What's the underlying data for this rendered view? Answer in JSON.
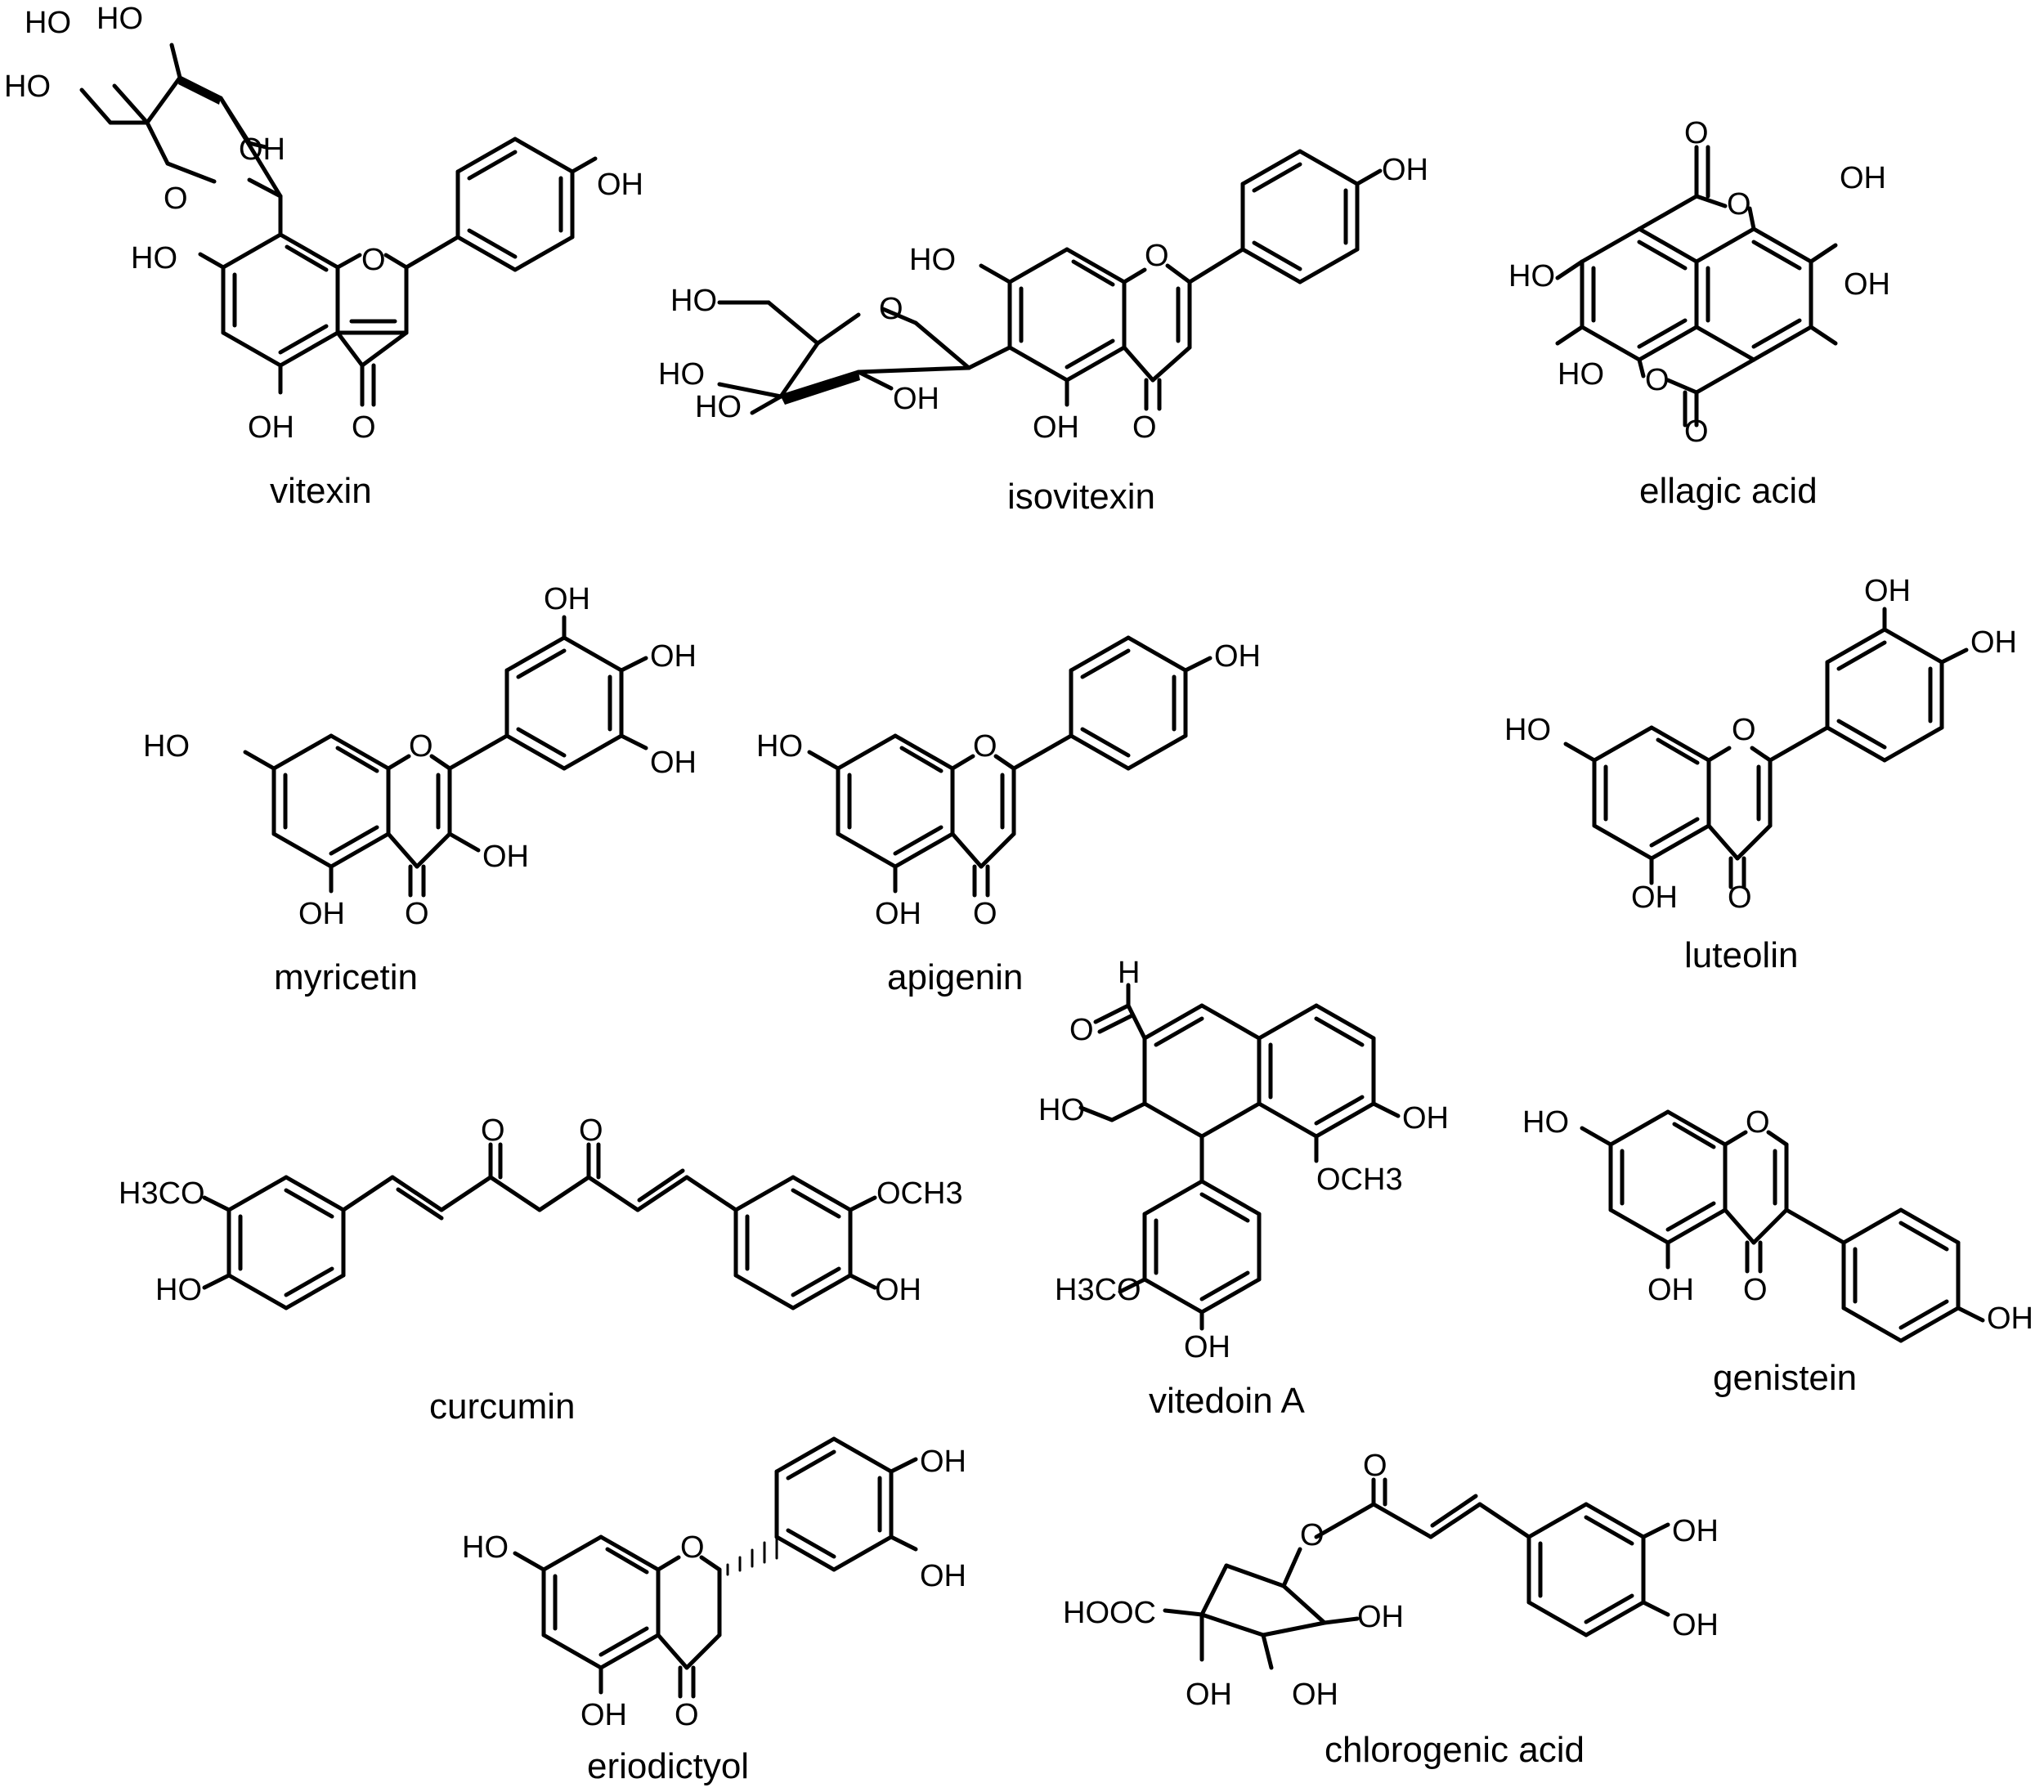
{
  "compounds": [
    {
      "id": "vitexin",
      "name": "vitexin",
      "labels": {
        "ho1": "HO",
        "ho2": "HO",
        "ho3": "HO",
        "oh_sugar": "OH",
        "o_ring": "O",
        "ho7": "HO",
        "o1": "O",
        "oh4p": "OH",
        "oh5": "OH",
        "o4": "O"
      }
    },
    {
      "id": "isovitexin",
      "name": "isovitexin",
      "labels": {
        "ho7": "HO",
        "o1": "O",
        "oh4p": "OH",
        "ho_ch2": "HO",
        "o_ring": "O",
        "ho_a": "HO",
        "ho_b": "HO",
        "oh_s": "OH",
        "oh5": "OH",
        "o4": "O"
      }
    },
    {
      "id": "ellagic_acid",
      "name": "ellagic acid",
      "labels": {
        "o_top": "O",
        "o_ring_top": "O",
        "oh_r1": "OH",
        "ho_l1": "HO",
        "oh_r2": "OH",
        "ho_l2": "HO",
        "o_ring_bot": "O",
        "o_bot": "O"
      }
    },
    {
      "id": "myricetin",
      "name": "myricetin",
      "labels": {
        "oh_top": "OH",
        "oh_mid": "OH",
        "ho7": "HO",
        "o1": "O",
        "oh_low": "OH",
        "oh3": "OH",
        "oh5": "OH",
        "o4": "O"
      }
    },
    {
      "id": "apigenin",
      "name": "apigenin",
      "labels": {
        "oh4p": "OH",
        "ho7": "HO",
        "o1": "O",
        "oh5": "OH",
        "o4": "O"
      }
    },
    {
      "id": "luteolin",
      "name": "luteolin",
      "labels": {
        "oh3p": "OH",
        "oh4p": "OH",
        "ho7": "HO",
        "o1": "O",
        "oh5": "OH",
        "o4": "O"
      }
    },
    {
      "id": "vitedoin_a",
      "name": "vitedoin A",
      "labels": {
        "h": "H",
        "o_ald": "O",
        "ho_ch2": "HO",
        "oh": "OH",
        "och3": "OCH3",
        "h3co": "H3CO",
        "oh_b": "OH"
      }
    },
    {
      "id": "curcumin",
      "name": "curcumin",
      "labels": {
        "o1": "O",
        "o2": "O",
        "h3co": "H3CO",
        "och3": "OCH3",
        "ho": "HO",
        "oh": "OH"
      }
    },
    {
      "id": "genistein",
      "name": "genistein",
      "labels": {
        "ho7": "HO",
        "o1": "O",
        "oh5": "OH",
        "o4": "O",
        "oh4p": "OH"
      }
    },
    {
      "id": "eriodictyol",
      "name": "eriodictyol",
      "labels": {
        "oh3p": "OH",
        "ho7": "HO",
        "o1": "O",
        "oh4p": "OH",
        "oh5": "OH",
        "o4": "O"
      }
    },
    {
      "id": "chlorogenic_acid",
      "name": "chlorogenic acid",
      "labels": {
        "o_co": "O",
        "o_est": "O",
        "oh3p": "OH",
        "hooc": "HOOC",
        "oh_r": "OH",
        "oh4p": "OH",
        "oh_a": "OH",
        "oh_b": "OH"
      }
    }
  ]
}
